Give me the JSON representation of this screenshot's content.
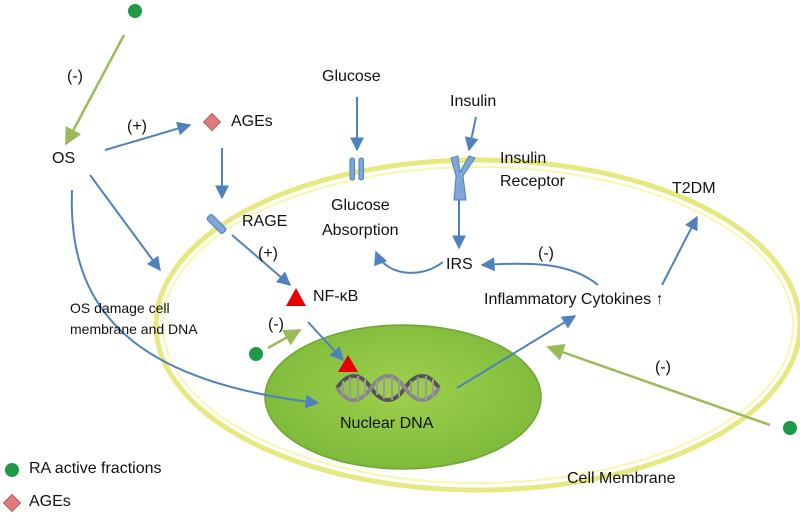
{
  "labels": {
    "neg_top": "(-)",
    "os": "OS",
    "pos_ages": "(+)",
    "ages": "AGEs",
    "rage": "RAGE",
    "pos_nfkb": "(+)",
    "nfkb": "NF-κB",
    "os_damage_line1": "OS damage cell",
    "os_damage_line2": "membrane and DNA",
    "neg_nucleus": "(-)",
    "glucose": "Glucose",
    "glucose_absorption_line1": "Glucose",
    "glucose_absorption_line2": "Absorption",
    "insulin": "Insulin",
    "insulin_receptor_line1": "Insulin",
    "insulin_receptor_line2": "Receptor",
    "irs": "IRS",
    "neg_irs": "(-)",
    "t2dm": "T2DM",
    "cytokines": "Inflammatory Cytokines ↑",
    "neg_right": "(-)",
    "nuclear_dna": "Nuclear DNA",
    "cell_membrane": "Cell Membrane"
  },
  "legend": {
    "ra_label": "RA active fractions",
    "ages_label": "AGEs"
  },
  "colors": {
    "blue_arrow": "#4f81bd",
    "green_arrow": "#9bbb59",
    "ra_dot": "#1e9a46",
    "ages_diamond": "#e07b7b",
    "nfkb_triangle": "#e60000",
    "nucleus_fill": "#8dc63f",
    "membrane": "#f2f27a",
    "receptor": "#7ea6d8"
  }
}
